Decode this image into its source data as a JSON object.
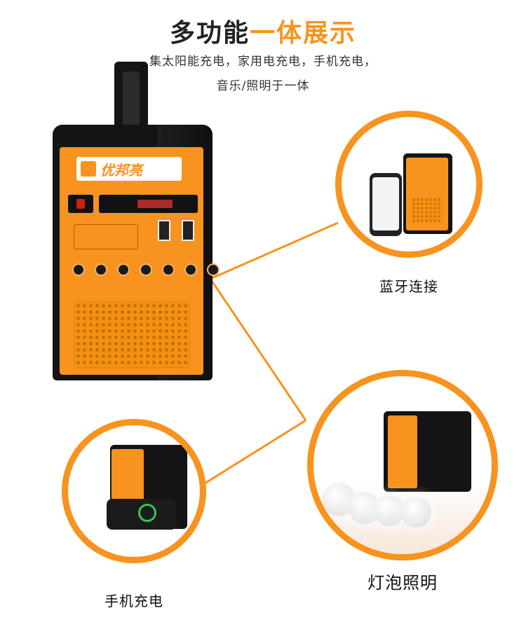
{
  "header": {
    "title_prefix": "多功能",
    "title_accent": "一体展示",
    "subtitle_line1": "集太阳能充电，家用电充电，手机充电，",
    "subtitle_line2": "音乐/照明于一体"
  },
  "product": {
    "brand_name": "优邦亮"
  },
  "features": [
    {
      "caption": "蓝牙连接"
    },
    {
      "caption": "灯泡照明"
    },
    {
      "caption": "手机充电"
    }
  ],
  "colors": {
    "accent": "#f7931e",
    "device_body": "#141414",
    "text": "#222222"
  }
}
